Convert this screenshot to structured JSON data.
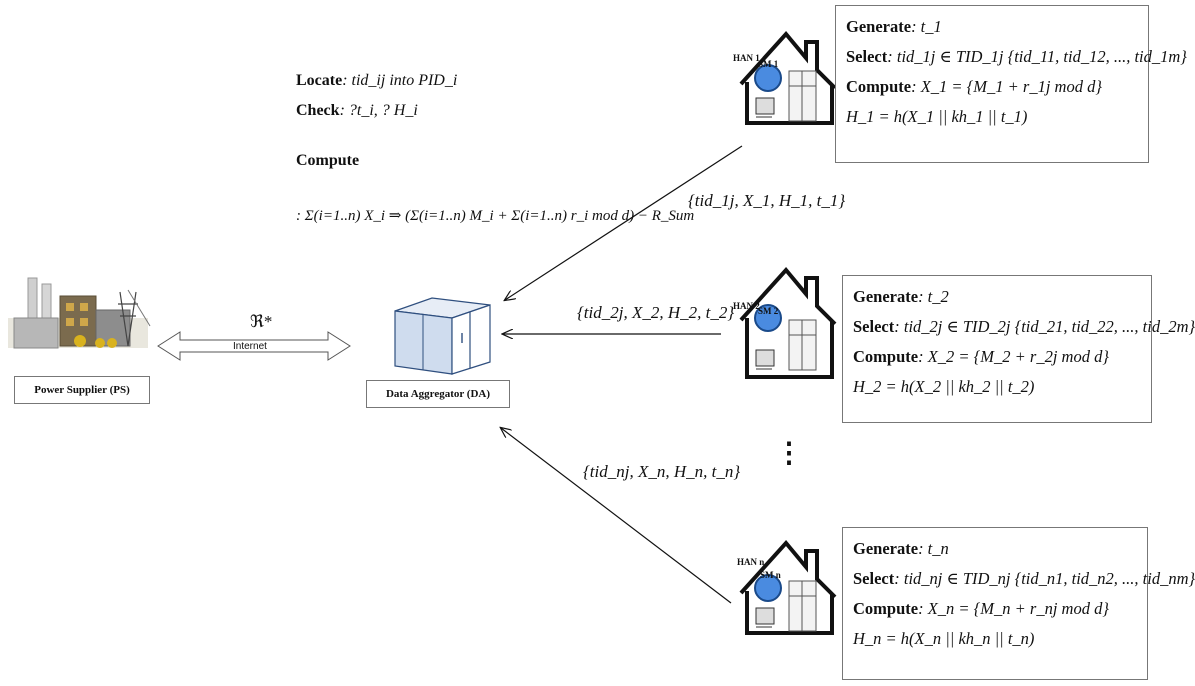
{
  "power_supplier": {
    "label": "Power Supplier (PS)"
  },
  "data_aggregator": {
    "label": "Data Aggregator (DA)"
  },
  "channel": {
    "symbol": "ℜ*",
    "label": "Internet"
  },
  "da_steps": {
    "locate_label": "Locate",
    "locate_text": ": tid_ij into PID_i",
    "check_label": "Check",
    "check_text": ": ?t_i, ? H_i",
    "compute_label": "Compute",
    "compute_text": ": Σ(i=1..n) X_i ⇒ (Σ(i=1..n) M_i + Σ(i=1..n) r_i mod d) − R_Sum"
  },
  "hans": [
    {
      "han_label": "HAN 1",
      "sm_label": "SM 1",
      "generate_label": "Generate",
      "generate_value": ": t_1",
      "select_label": "Select",
      "select_value": ": tid_1j ∈ TID_1j {tid_11, tid_12, ..., tid_1m}",
      "compute_label": "Compute",
      "compute_value": ": X_1 = {M_1 + r_1j mod d}",
      "hash_value": "H_1 = h(X_1 || kh_1 || t_1)",
      "message": "{tid_1j, X_1, H_1, t_1}"
    },
    {
      "han_label": "HAN 2",
      "sm_label": "SM 2",
      "generate_label": "Generate",
      "generate_value": ": t_2",
      "select_label": "Select",
      "select_value": ": tid_2j ∈ TID_2j {tid_21, tid_22, ..., tid_2m}",
      "compute_label": "Compute",
      "compute_value": ": X_2 = {M_2 + r_2j mod d}",
      "hash_value": "H_2 = h(X_2 || kh_2 || t_2)",
      "message": "{tid_2j, X_2, H_2, t_2}"
    },
    {
      "han_label": "HAN n",
      "sm_label": "SM n",
      "generate_label": "Generate",
      "generate_value": ": t_n",
      "select_label": "Select",
      "select_value": ": tid_nj ∈ TID_nj {tid_n1, tid_n2, ..., tid_nm}",
      "compute_label": "Compute",
      "compute_value": ": X_n = {M_n + r_nj mod d}",
      "hash_value": "H_n = h(X_n || kh_n || t_n)",
      "message": "{tid_nj, X_n, H_n, t_n}"
    }
  ],
  "ellipsis": "⋮",
  "colors": {
    "line": "#111111",
    "box_border": "#777777",
    "building": "#2f4f7f",
    "meter": "#3a7bd5"
  }
}
